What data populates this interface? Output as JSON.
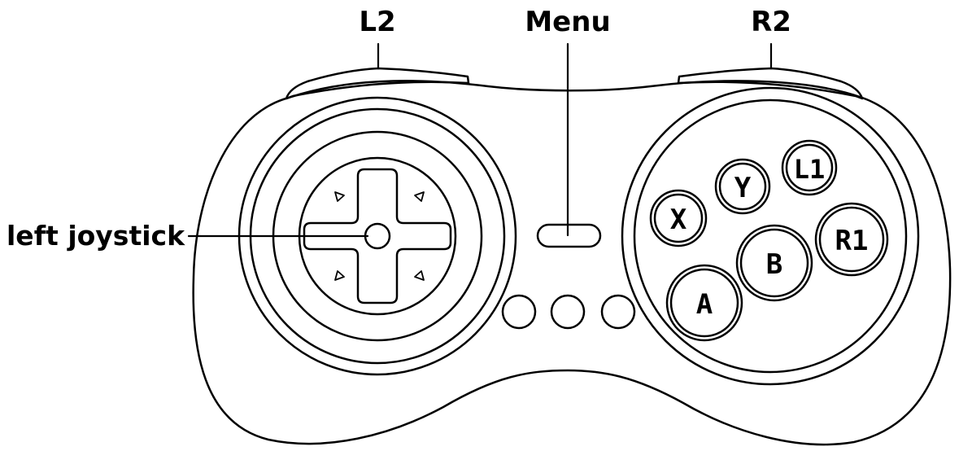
{
  "callouts": {
    "l2": "L2",
    "menu": "Menu",
    "r2": "R2",
    "left_joystick": "left joystick"
  },
  "face_buttons": {
    "x": "X",
    "y": "Y",
    "l1": "L1",
    "r1": "R1",
    "b": "B",
    "a": "A"
  },
  "colors": {
    "ink": "#000000",
    "background": "#ffffff"
  }
}
